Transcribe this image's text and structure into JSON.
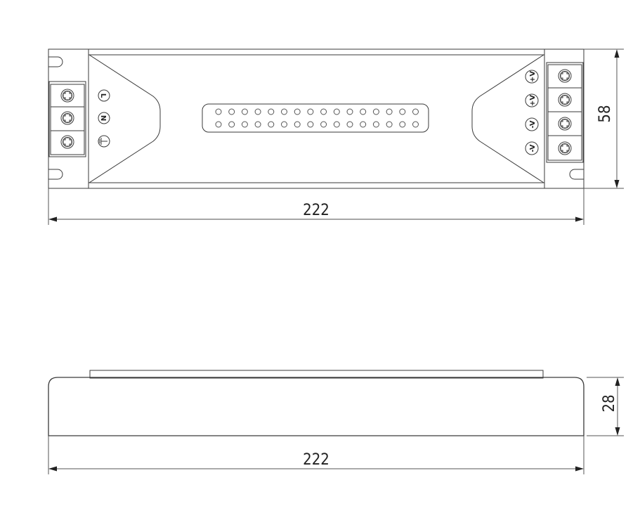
{
  "drawing": {
    "top_view": {
      "width_dim": "222",
      "height_dim": "58",
      "input_terminals": [
        {
          "label": "L",
          "name": "live"
        },
        {
          "label": "N",
          "name": "neutral"
        },
        {
          "label": "⏚",
          "name": "ground"
        }
      ],
      "output_terminals": [
        {
          "label": "+V"
        },
        {
          "label": "+V"
        },
        {
          "label": "-V"
        },
        {
          "label": "-V"
        }
      ],
      "vent_holes": {
        "rows": 2,
        "columns": 16
      }
    },
    "side_view": {
      "width_dim": "222",
      "height_dim": "28"
    },
    "colors": {
      "line": "#3a3a3a",
      "background": "#ffffff"
    }
  }
}
